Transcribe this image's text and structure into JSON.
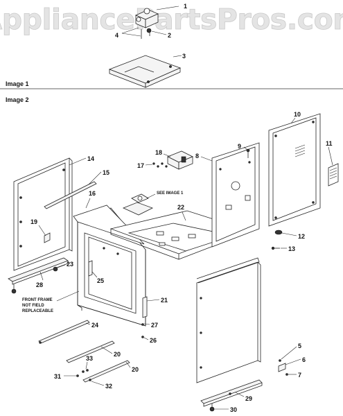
{
  "watermark": {
    "text": "AppliancePartsPros.com"
  },
  "sections": [
    {
      "label": "Image 1"
    },
    {
      "label": "Image 2"
    }
  ],
  "note_see_image": {
    "lines": [
      "SEE IMAGE 1"
    ]
  },
  "note_front_frame": {
    "lines": [
      "FRONT FRAME",
      "NOT FIELD",
      "REPLACEABLE"
    ]
  },
  "callouts": {
    "c1": "1",
    "c2": "2",
    "c3": "3",
    "c4": "4",
    "c5": "5",
    "c6": "6",
    "c7": "7",
    "c8": "8",
    "c9": "9",
    "c10": "10",
    "c11": "11",
    "c12": "12",
    "c13": "13",
    "c14": "14",
    "c15": "15",
    "c16": "16",
    "c17": "17",
    "c18": "18",
    "c19": "19",
    "c20a": "20",
    "c20b": "20",
    "c21": "21",
    "c22": "22",
    "c23": "23",
    "c24": "24",
    "c25": "25",
    "c26": "26",
    "c27": "27",
    "c28": "28",
    "c29": "29",
    "c30": "30",
    "c31": "31",
    "c32": "32",
    "c33": "33"
  }
}
